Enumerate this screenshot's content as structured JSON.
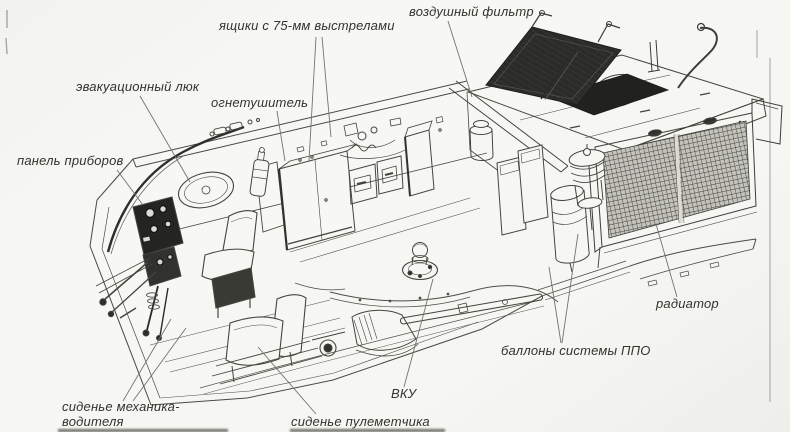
{
  "figure": {
    "labels": {
      "evacuation_hatch": "эвакуационный люк",
      "ammo_boxes": "ящики с 75-мм выстрелами",
      "air_filter": "воздушный фильтр",
      "fire_extinguisher": "огнетушитель",
      "instrument_panel": "панель приборов",
      "radiator": "радиатор",
      "ppo_cylinders": "баллоны системы ППО",
      "vku": "ВКУ",
      "gunner_seat": "сиденье пулеметчика",
      "driver_seat": "сиденье механика-водителя"
    },
    "colors": {
      "ink": "#3f3f3b",
      "paper": "#f6f6f2",
      "dark_fill": "#262624"
    }
  }
}
